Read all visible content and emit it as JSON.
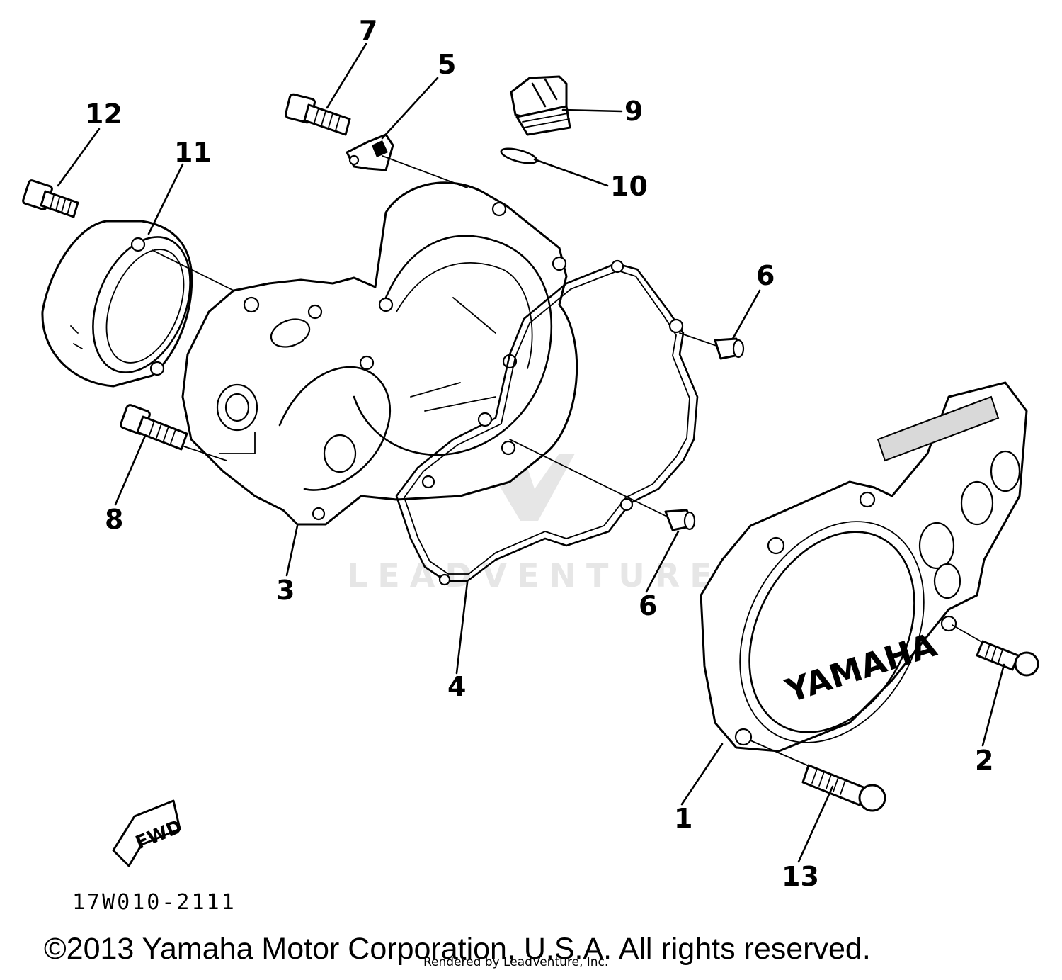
{
  "diagram": {
    "callouts": [
      {
        "id": "1",
        "label": "1"
      },
      {
        "id": "2",
        "label": "2"
      },
      {
        "id": "3",
        "label": "3"
      },
      {
        "id": "4",
        "label": "4"
      },
      {
        "id": "5",
        "label": "5"
      },
      {
        "id": "6a",
        "label": "6"
      },
      {
        "id": "6b",
        "label": "6"
      },
      {
        "id": "7",
        "label": "7"
      },
      {
        "id": "8",
        "label": "8"
      },
      {
        "id": "9",
        "label": "9"
      },
      {
        "id": "10",
        "label": "10"
      },
      {
        "id": "11",
        "label": "11"
      },
      {
        "id": "12",
        "label": "12"
      },
      {
        "id": "13",
        "label": "13"
      }
    ],
    "cover_brand": "YAMAHA",
    "fwd_label": "FWD",
    "drawing_code": "17W010-2111",
    "watermark": "LEADVENTURE",
    "copyright": "©2013 Yamaha Motor Corporation, U.S.A. All rights reserved.",
    "rendered_by": "Rendered by LeadVenture, Inc."
  },
  "colors": {
    "ink": "#000000",
    "background": "#ffffff",
    "watermark": "#e6e6e6"
  }
}
